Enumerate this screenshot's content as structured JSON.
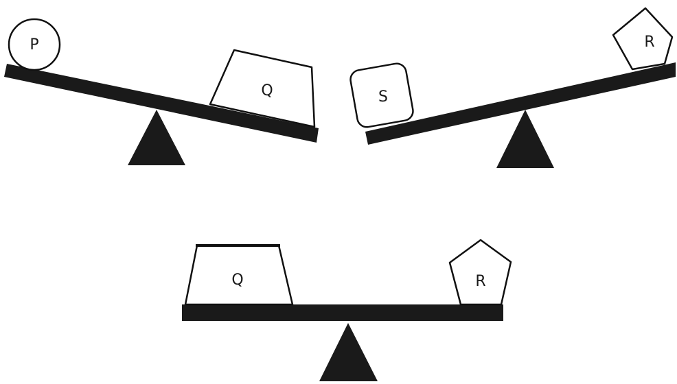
{
  "diagram": {
    "scales": [
      {
        "id": "scale-1",
        "left_object": {
          "label": "P",
          "shape": "circle"
        },
        "right_object": {
          "label": "Q",
          "shape": "trapezoid"
        },
        "heavier_side": "right"
      },
      {
        "id": "scale-2",
        "left_object": {
          "label": "S",
          "shape": "rounded-square"
        },
        "right_object": {
          "label": "R",
          "shape": "pentagon"
        },
        "heavier_side": "left"
      },
      {
        "id": "scale-3",
        "left_object": {
          "label": "Q",
          "shape": "trapezoid"
        },
        "right_object": {
          "label": "R",
          "shape": "pentagon"
        },
        "heavier_side": "balanced"
      }
    ],
    "colors": {
      "beam": "#1a1a1a",
      "fulcrum": "#1a1a1a",
      "outline": "#111111",
      "background": "#ffffff"
    }
  }
}
